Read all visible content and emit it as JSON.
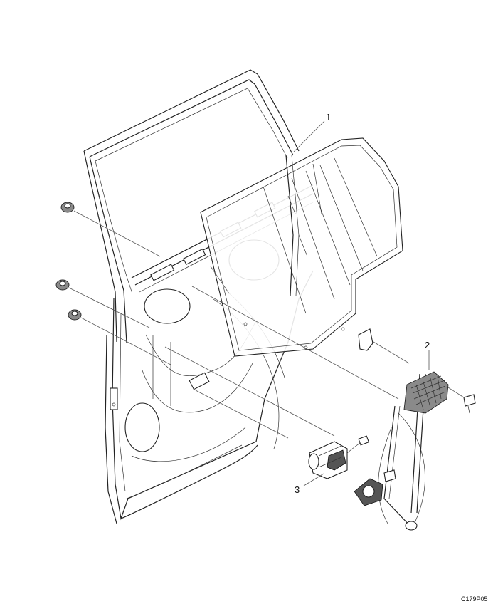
{
  "callouts": [
    {
      "id": "1",
      "label": "1"
    },
    {
      "id": "2",
      "label": "2"
    },
    {
      "id": "3",
      "label": "3"
    }
  ],
  "figure_code": "C179P05"
}
